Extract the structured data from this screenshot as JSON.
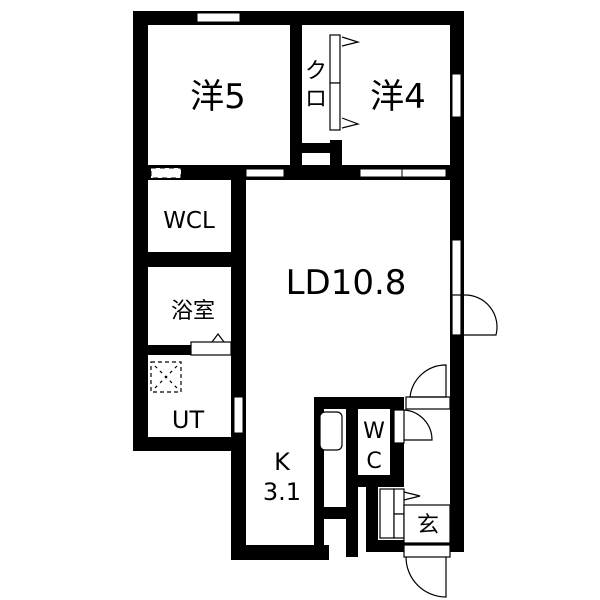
{
  "floorplan": {
    "colors": {
      "wall": "#000000",
      "floor": "#ffffff",
      "line": "#000000"
    },
    "rooms": {
      "western5": {
        "label": "洋5"
      },
      "closet": {
        "label_line1": "ク",
        "label_line2": "ロ"
      },
      "western4": {
        "label": "洋4"
      },
      "wcl": {
        "label": "WCL"
      },
      "ld": {
        "label": "LD10.8"
      },
      "bath": {
        "label": "浴室"
      },
      "ut": {
        "label": "UT"
      },
      "kitchen": {
        "label_line1": "K",
        "label_line2": "3.1"
      },
      "wc": {
        "label_line1": "W",
        "label_line2": "C"
      },
      "entrance": {
        "label": "玄"
      }
    }
  }
}
